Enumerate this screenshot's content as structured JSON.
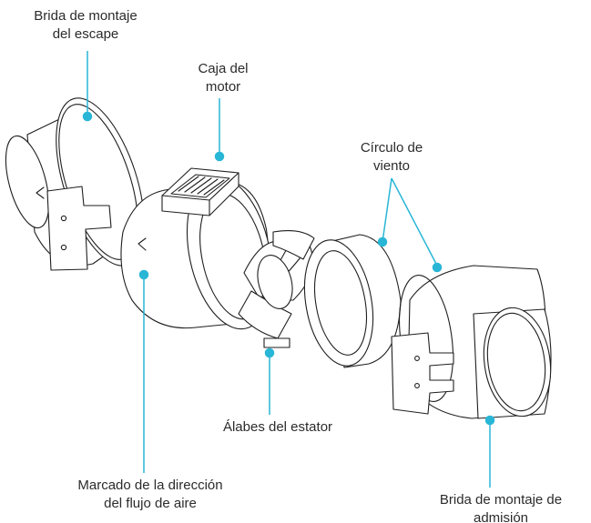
{
  "labels": {
    "exhaust_flange": {
      "line1": "Brida de montaje",
      "line2": "del escape"
    },
    "motor_box": {
      "line1": "Caja del",
      "line2": "motor"
    },
    "wind_ring": {
      "line1": "Círculo de",
      "line2": "viento"
    },
    "stator_vanes": {
      "line1": "Álabes del estator"
    },
    "airflow_mark": {
      "line1": "Marcado de la dirección",
      "line2": "del flujo de aire"
    },
    "intake_flange": {
      "line1": "Brida de montaje de",
      "line2": "admisión"
    }
  },
  "colors": {
    "leader": "#29b6d6",
    "outline": "#1f1f1f",
    "text": "#2b2b2b",
    "background": "#ffffff"
  },
  "icons": {
    "airflow_arrow": "chevron-left-icon"
  }
}
